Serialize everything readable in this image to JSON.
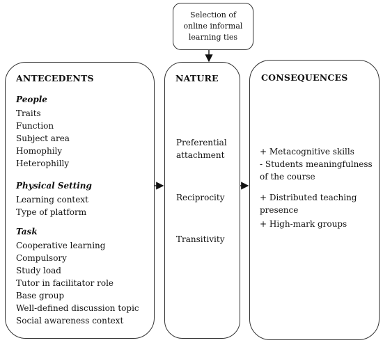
{
  "top": {
    "label": "Selection of online informal learning ties"
  },
  "antecedents": {
    "title": "ANTECEDENTS",
    "people": {
      "label": "People",
      "items": [
        "Traits",
        "Function",
        "Subject area",
        "Homophily",
        "Heterophilly"
      ]
    },
    "physical": {
      "label": "Physical Setting",
      "items": [
        "Learning context",
        "Type of platform"
      ]
    },
    "task": {
      "label": "Task",
      "items": [
        "Cooperative learning",
        "Compulsory",
        "Study load",
        "Tutor in facilitator role",
        "Base group",
        "Well-defined discussion topic",
        "Social awareness context"
      ]
    }
  },
  "nature": {
    "title": "NATURE",
    "items": [
      "Preferential attachment",
      "Reciprocity",
      "Transitivity"
    ]
  },
  "consequences": {
    "title": "CONSEQUENCES",
    "items": [
      "+ Metacognitive skills",
      "- Students meaningfulness of the course",
      "+ Distributed teaching presence",
      "+ High-mark groups"
    ]
  }
}
